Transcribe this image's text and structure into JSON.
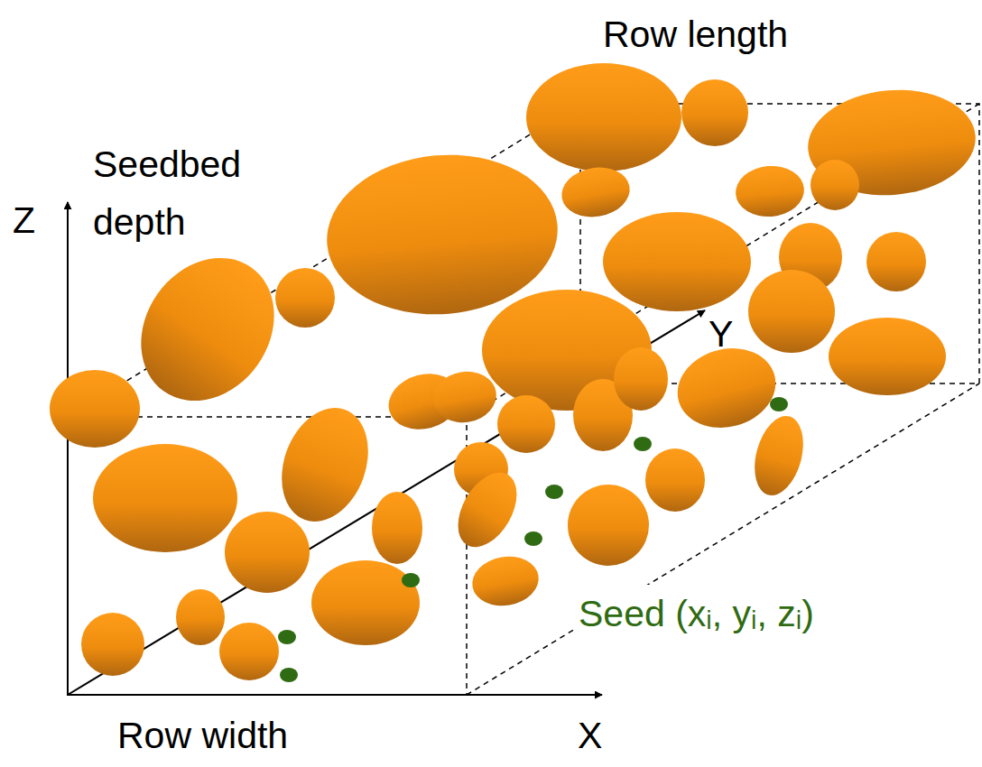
{
  "diagram": {
    "labels": [
      "Row length",
      "Seedbed depth",
      "Z",
      "Y",
      "X",
      "Row width",
      "Seed (xᵢ, yᵢ, zᵢ)"
    ]
  }
}
